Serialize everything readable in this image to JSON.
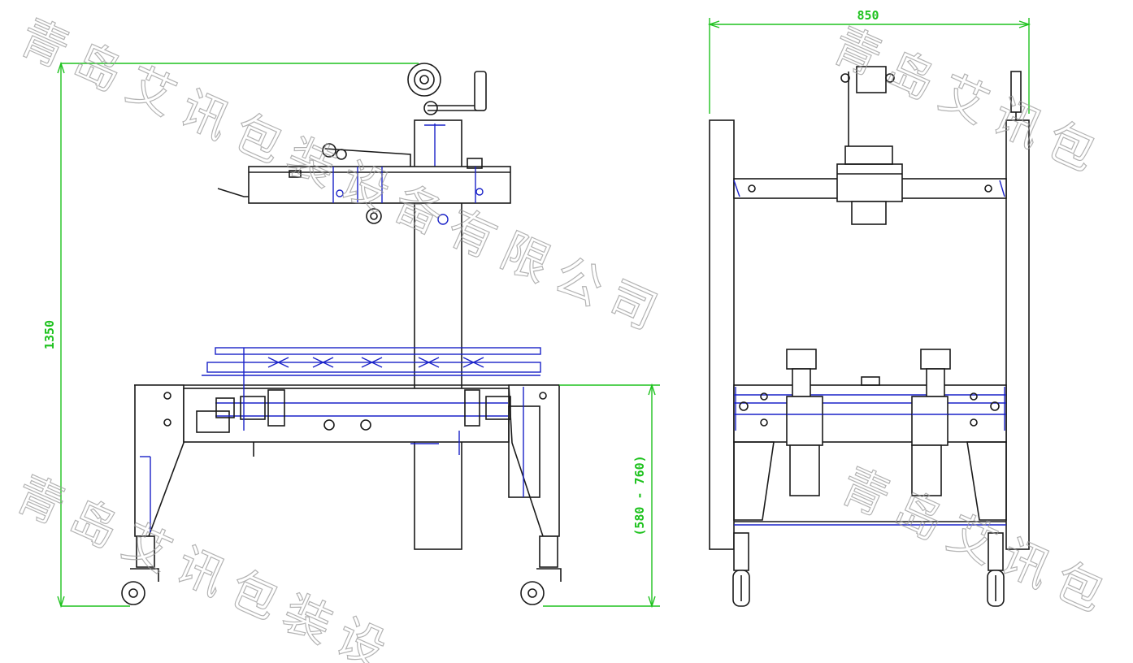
{
  "dimensions": {
    "total_height": "1350",
    "width": "850",
    "table_height_range": "(580 - 760)"
  },
  "watermark": {
    "row_top": "青岛艾讯包装设备有限公司",
    "row_top_right": "青岛艾讯包",
    "row_bottom_left": "青岛艾讯包装设",
    "row_bottom_right": "青岛艾讯包"
  },
  "colors": {
    "outline": "#1a1a1a",
    "detail": "#1a22c8",
    "dimension": "#1ec21e",
    "watermark": "#9a9a9a"
  }
}
